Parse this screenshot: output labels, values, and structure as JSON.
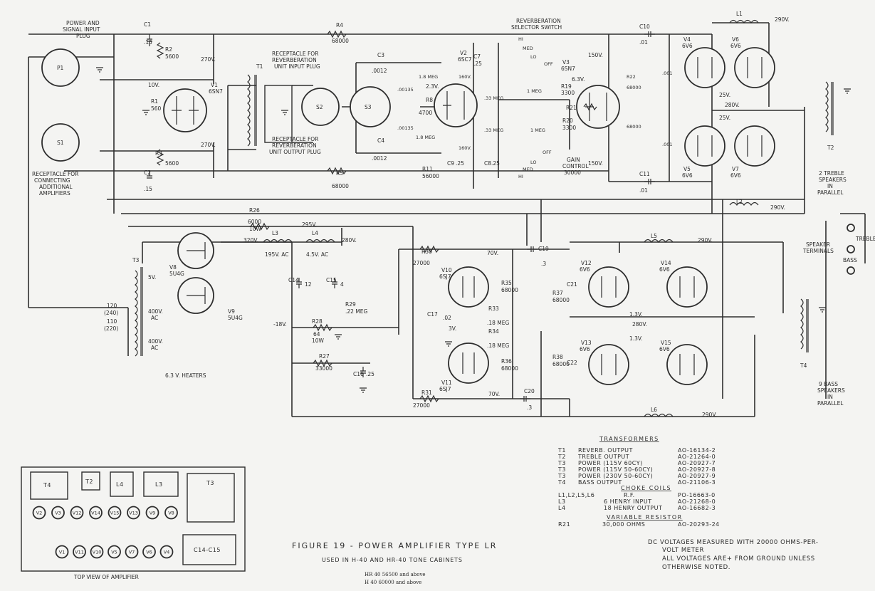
{
  "figure": {
    "title": "FIGURE  19 - POWER AMPLIFIER TYPE LR",
    "subtitle": "USED IN H-40 AND HR-40 TONE CABINETS",
    "serials": [
      "HR 40  56500 and above",
      "H  40  60000 and above"
    ]
  },
  "notes": {
    "dc_1": "DC VOLTAGES MEASURED WITH 20000 OHMS-PER-",
    "dc_2": "VOLT METER",
    "dc_3": "ALL VOLTAGES ARE+ FROM GROUND UNLESS",
    "dc_4": "OTHERWISE NOTED."
  },
  "tables": {
    "transformers_header": "TRANSFORMERS",
    "transformers": [
      {
        "ref": "T1",
        "desc": "REVERB. OUTPUT",
        "part": "AO-16134-2"
      },
      {
        "ref": "T2",
        "desc": "TREBLE  OUTPUT",
        "part": "AO-21264-0"
      },
      {
        "ref": "T3",
        "desc": "POWER  (115V 60CY)",
        "part": "AO-20927-7"
      },
      {
        "ref": "T3",
        "desc": "POWER  (115V 50-60CY)",
        "part": "AO-20927-8"
      },
      {
        "ref": "T3",
        "desc": "POWER  (230V 50-60CY)",
        "part": "AO-20927-9"
      },
      {
        "ref": "T4",
        "desc": "BASS OUTPUT",
        "part": "AO-21106-3"
      }
    ],
    "choke_header": "CHOKE COILS",
    "chokes": [
      {
        "ref": "L1,L2,L5,L6",
        "desc": "R.F.",
        "part": "PO-16663-0"
      },
      {
        "ref": "L3",
        "desc": "6 HENRY INPUT",
        "part": "AO-21268-0"
      },
      {
        "ref": "L4",
        "desc": "18 HENRY OUTPUT",
        "part": "AO-16682-3"
      }
    ],
    "variable_header": "VARIABLE RESISTOR",
    "variable": {
      "ref": "R21",
      "desc": "30,000 OHMS",
      "part": "AO-20293-24"
    }
  },
  "top_view": {
    "caption": "TOP VIEW OF AMPLIFIER",
    "blocks": [
      "T4",
      "T2",
      "L4",
      "L3",
      "T3",
      "C14-C15"
    ],
    "tubes_row1": [
      "V2",
      "V3",
      "V12",
      "V14",
      "V15",
      "V13",
      "V9",
      "V8"
    ],
    "tubes_row2": [
      "V1",
      "V11",
      "V10",
      "V5",
      "V7",
      "V6",
      "V4"
    ]
  },
  "labels": {
    "power_plug": "POWER AND",
    "power_plug2": "SIGNAL INPUT",
    "power_plug3": "PLUG",
    "receptacle_add": "RECEPTACLE FOR",
    "receptacle_add2": "CONNECTING",
    "receptacle_add3": "ADDITIONAL",
    "receptacle_add4": "AMPLIFIERS",
    "rev_in": "RECEPTACLE FOR",
    "rev_in2": "REVERBERATION",
    "rev_in3": "UNIT INPUT PLUG",
    "rev_out": "RECEPTACLE FOR",
    "rev_out2": "REVERBERATION",
    "rev_out3": "UNIT OUTPUT PLUG",
    "rev_switch": "REVERBERATION",
    "rev_switch2": "SELECTOR SWITCH",
    "gain": "GAIN",
    "gain2": "CONTROL",
    "gain3": "30000",
    "treble_spk": "2 TREBLE",
    "treble_spk2": "SPEAKERS",
    "treble_spk3": "IN",
    "treble_spk4": "PARALLEL",
    "spk_term": "SPEAKER",
    "spk_term2": "TERMINALS",
    "treble": "TREBLE",
    "bass": "BASS",
    "bass_spk": "9 BASS",
    "bass_spk2": "SPEAKERS",
    "bass_spk3": "IN",
    "bass_spk4": "PARALLEL",
    "heaters": "6.3 V. HEATERS"
  },
  "components": {
    "P1": "P1",
    "S1": "S1",
    "S2": "S2",
    "S3": "S3",
    "T1": "T1",
    "T2": "T2",
    "T3": "T3",
    "T4": "T4",
    "V1": "V1",
    "V1t": "6SN7",
    "V2": "V2",
    "V2t": "6SC7",
    "V3": "V3",
    "V3t": "6SN7",
    "V4": "V4",
    "V4t": "6V6",
    "V5": "V5",
    "V5t": "6V6",
    "V6": "V6",
    "V6t": "6V6",
    "V7": "V7",
    "V7t": "6V6",
    "V8": "V8",
    "V8t": "5U4G",
    "V9": "V9",
    "V9t": "5U4G",
    "V10": "V10",
    "V10t": "6SJ7",
    "V11": "V11",
    "V11t": "6SJ7",
    "V12": "V12",
    "V12t": "6V6",
    "V13": "V13",
    "V13t": "6V6",
    "V14": "V14",
    "V14t": "6V6",
    "V15": "V15",
    "V15t": "6V6",
    "C1": "C1",
    "C1v": ".15",
    "C2": "C2",
    "C2v": ".15",
    "C3": "C3",
    "C3v": ".0012",
    "C4": "C4",
    "C4v": ".0012",
    "C5a": ".00135",
    "C5b": ".00135",
    "C7": "C7",
    "C7v": ".25",
    "C8": "C8",
    "C8v": ".25",
    "C9": "C9",
    "C9v": ".25",
    "C10": "C10",
    "C10v": ".01",
    "C11": "C11",
    "C11v": ".01",
    "C12v": ".001",
    "C13v": ".001",
    "C14": "C14",
    "C14v": "12",
    "C15": "C15",
    "C15v": "4",
    "C16": "C16",
    "C16v": ".25",
    "C17": "C17",
    "C17v": ".02",
    "C19": "C19",
    "C19v": ".3",
    "C20": "C20",
    "C20v": ".3",
    "C21": "C21",
    "C22": "C22",
    "R2": "R2",
    "R2v": "5600",
    "R3": "R3",
    "R3v": "5600",
    "R4": "R4",
    "R4v": "68000",
    "R5": "R5",
    "R5v": "68000",
    "R1": "R1",
    "R1v": "560",
    "R8": "R8",
    "R8v": "4700",
    "R9v": ".33 MEG",
    "R10v": ".33 MEG",
    "R11": "R11",
    "R11v": "56000",
    "R19": "R19",
    "R19v": "3300",
    "R20": "R20",
    "R20v": "3300",
    "R21": "R21",
    "R22": "R22",
    "R22v": "68000",
    "R23v": "68000",
    "R26": "R26",
    "R26v": "6000",
    "R26w": "10W",
    "R27": "R27",
    "R27v": "33000",
    "R28": "R28",
    "R28v": "64",
    "R28w": "10W",
    "R29": "R29",
    "R29v": ".22 MEG",
    "R30": "R30",
    "R30v": "27000",
    "R31": "R31",
    "R31v": "27000",
    "R33": "R33",
    "R33v": ".18 MEG",
    "R34": "R34",
    "R34v": ".18 MEG",
    "R35": "R35",
    "R35v": "68000",
    "R36": "R36",
    "R36v": "68000",
    "R37": "R37",
    "R37v": "68000",
    "R38": "R38",
    "R38v": "68000",
    "L1": "L1",
    "L2": "L2",
    "L3": "L3",
    "L4": "L4",
    "L5": "L5",
    "L6": "L6",
    "v_270a": "270V.",
    "v_270b": "270V.",
    "v_10": "10V.",
    "v_290a": "290V.",
    "v_290b": "290V.",
    "v_290c": "290V.",
    "v_290d": "290V.",
    "v_150a": "150V.",
    "v_150b": "150V.",
    "v_63": "6.3V.",
    "v_25a": "25V.",
    "v_25b": "25V.",
    "v_280a": "280V.",
    "v_280b": "280V.",
    "v_13a": "1.3V.",
    "v_13b": "1.3V.",
    "v_320": "320V.",
    "v_295": "295V.",
    "v_280c": "280V.",
    "v_195": "195V. AC",
    "v_45": "4.5V. AC",
    "v_400a": "400V.",
    "v_ac1": "AC",
    "v_400b": "400V.",
    "v_ac2": "AC",
    "v_5": "5V.",
    "v_18": "-18V.",
    "v_70a": "70V.",
    "v_70b": "70V.",
    "v_3": "3V.",
    "v_23": "2.3V.",
    "v_160a": "160V.",
    "v_160b": "160V.",
    "v_120": "120",
    "v_240": "(240)",
    "v_110": "110",
    "v_220": "(220)",
    "sw_hi": "HI",
    "sw_med": "MED",
    "sw_lo": "LO",
    "sw_off": "OFF",
    "sw_hi2": "HI",
    "sw_med2": "MED",
    "sw_lo2": "LO",
    "sw_off2": "OFF",
    "r_18a": "1.8 MEG",
    "r_18b": "1.8 MEG",
    "r_18c": "1 MEG",
    "r_18d": "1 MEG"
  }
}
